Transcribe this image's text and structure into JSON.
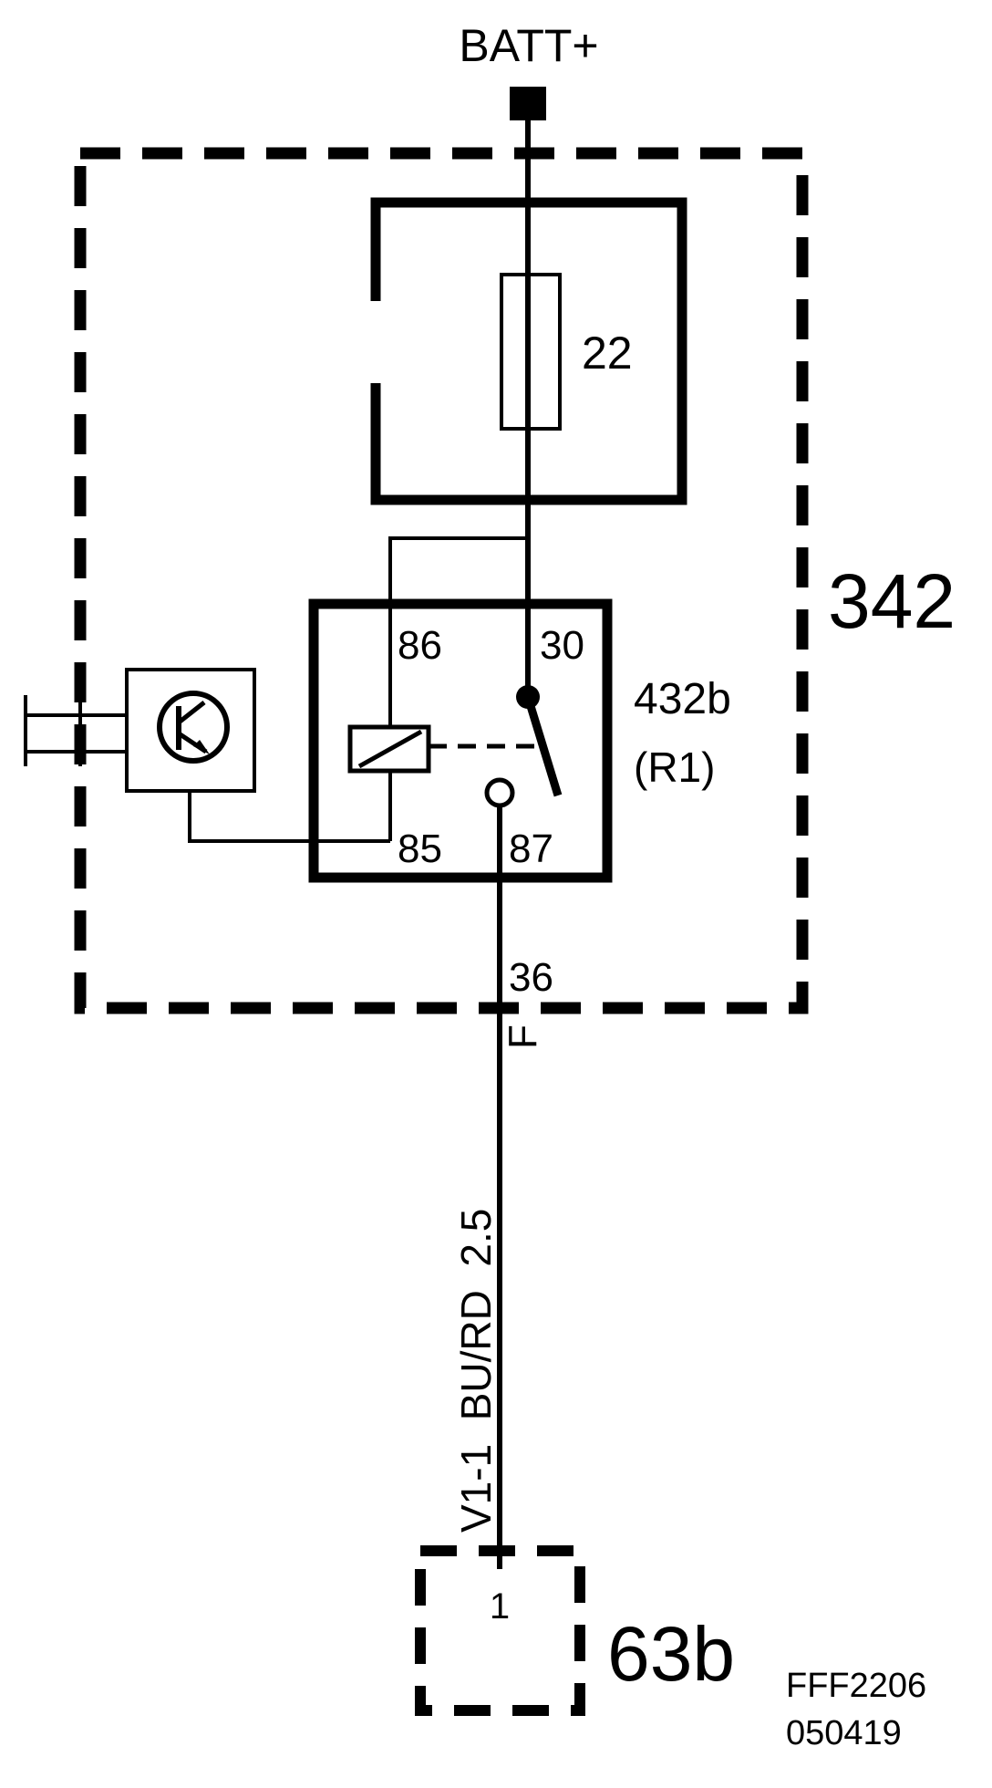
{
  "diagram": {
    "battery_label": "BATT+",
    "fuse_label": "22",
    "module_label": "342",
    "relay": {
      "id": "432b",
      "ref": "(R1)",
      "pins": {
        "p86": "86",
        "p30": "30",
        "p85": "85",
        "p87": "87"
      }
    },
    "connector_pin": "36",
    "connector_letter": "F",
    "wire_label": "V1-1  BU/RD  2.5",
    "component_pin": "1",
    "component_label": "63b",
    "drawing_code": "FFF2206",
    "drawing_date": "050419"
  },
  "colors": {
    "ink": "#000000",
    "background": "#ffffff"
  }
}
